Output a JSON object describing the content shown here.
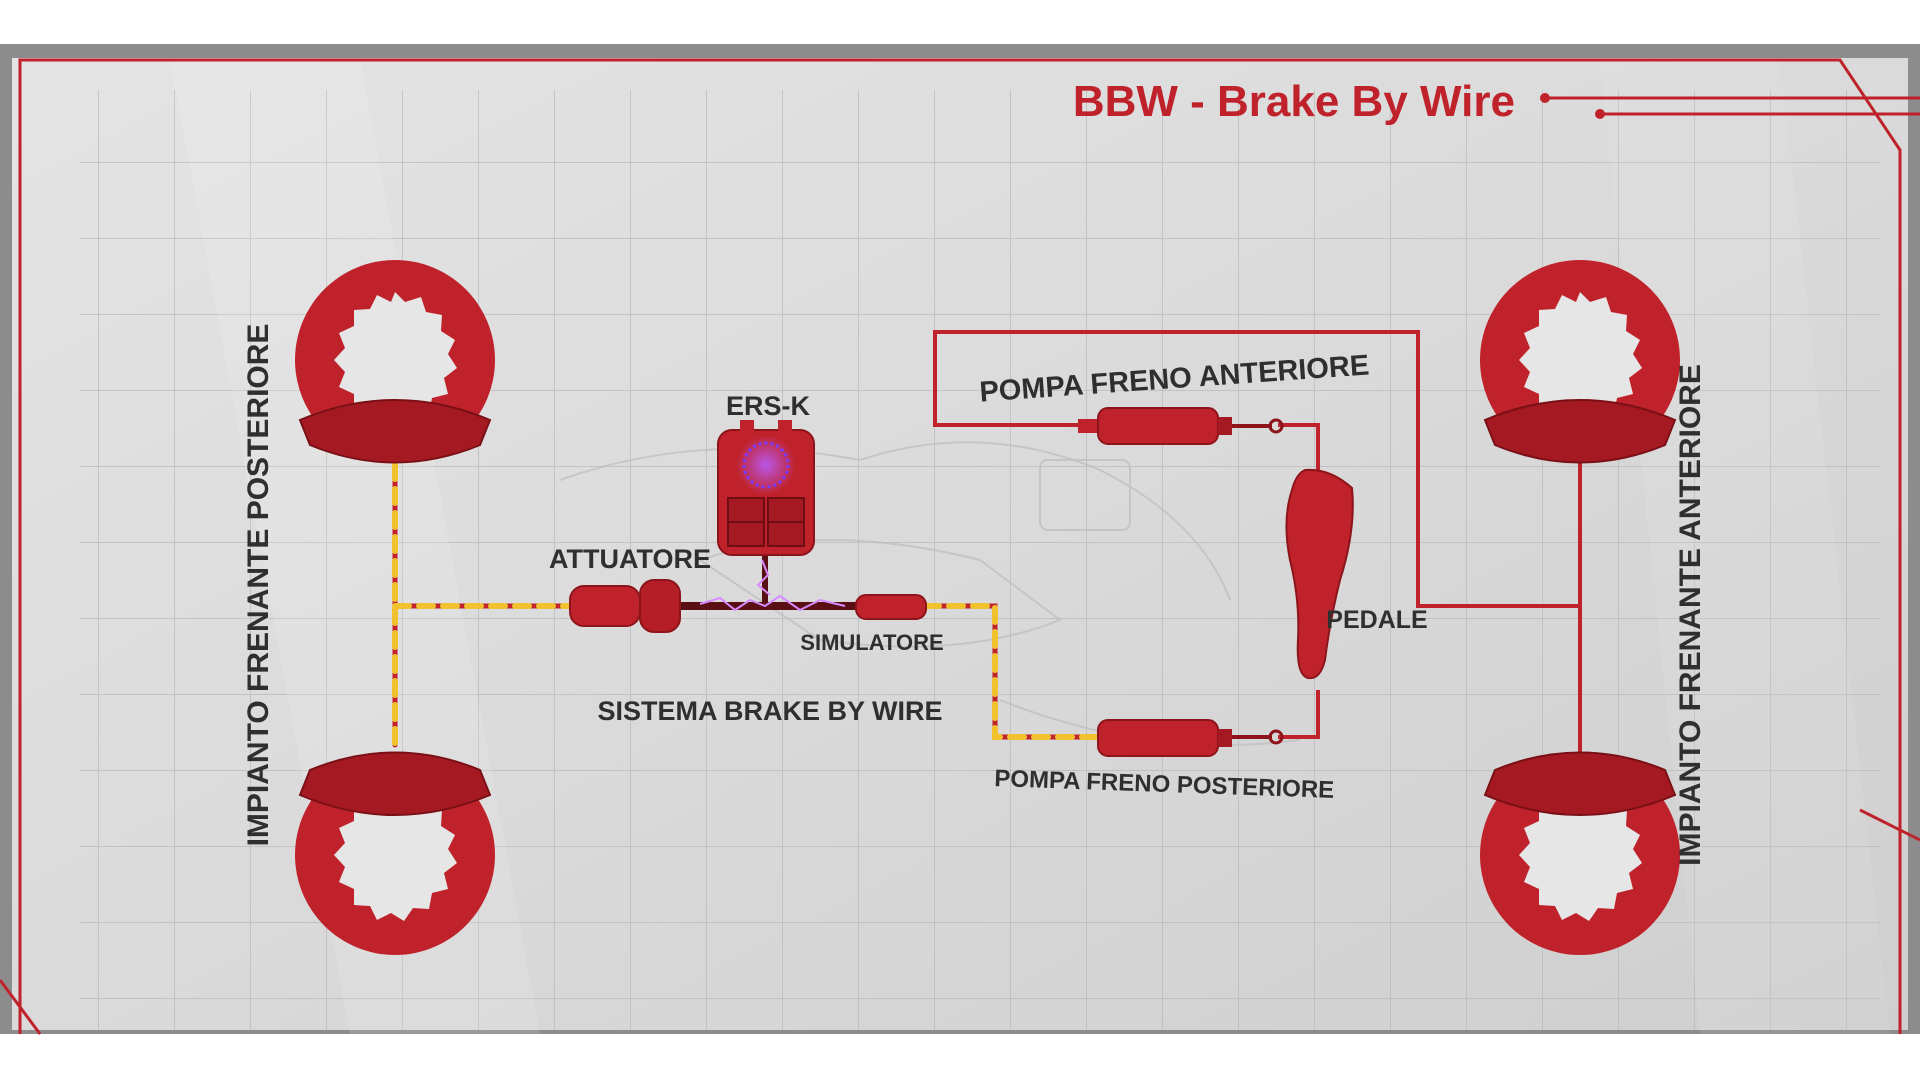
{
  "title": "BBW - Brake By Wire",
  "labels": {
    "rear_system": "IMPIANTO FRENANTE POSTERIORE",
    "front_system": "IMPIANTO FRENANTE ANTERIORE",
    "ers_k": "ERS-K",
    "actuator": "ATTUATORE",
    "simulator": "SIMULATORE",
    "bbw_system": "SISTEMA BRAKE BY WIRE",
    "front_pump": "POMPA FRENO ANTERIORE",
    "rear_pump": "POMPA FRENO POSTERIORE",
    "pedal": "PEDALE"
  },
  "icons": {
    "disc": "brake-disc-icon",
    "caliper": "brake-caliper-icon",
    "pump": "brake-pump-icon",
    "ers": "ers-k-unit-icon",
    "pedal": "brake-pedal-icon"
  },
  "colors": {
    "primary_red": "#c0222b",
    "dark_red": "#8e141b",
    "signal_yellow": "#f2c12e",
    "background": "#dcdcdc",
    "grid": "#b9b9b9",
    "text": "#2f2f2f"
  }
}
